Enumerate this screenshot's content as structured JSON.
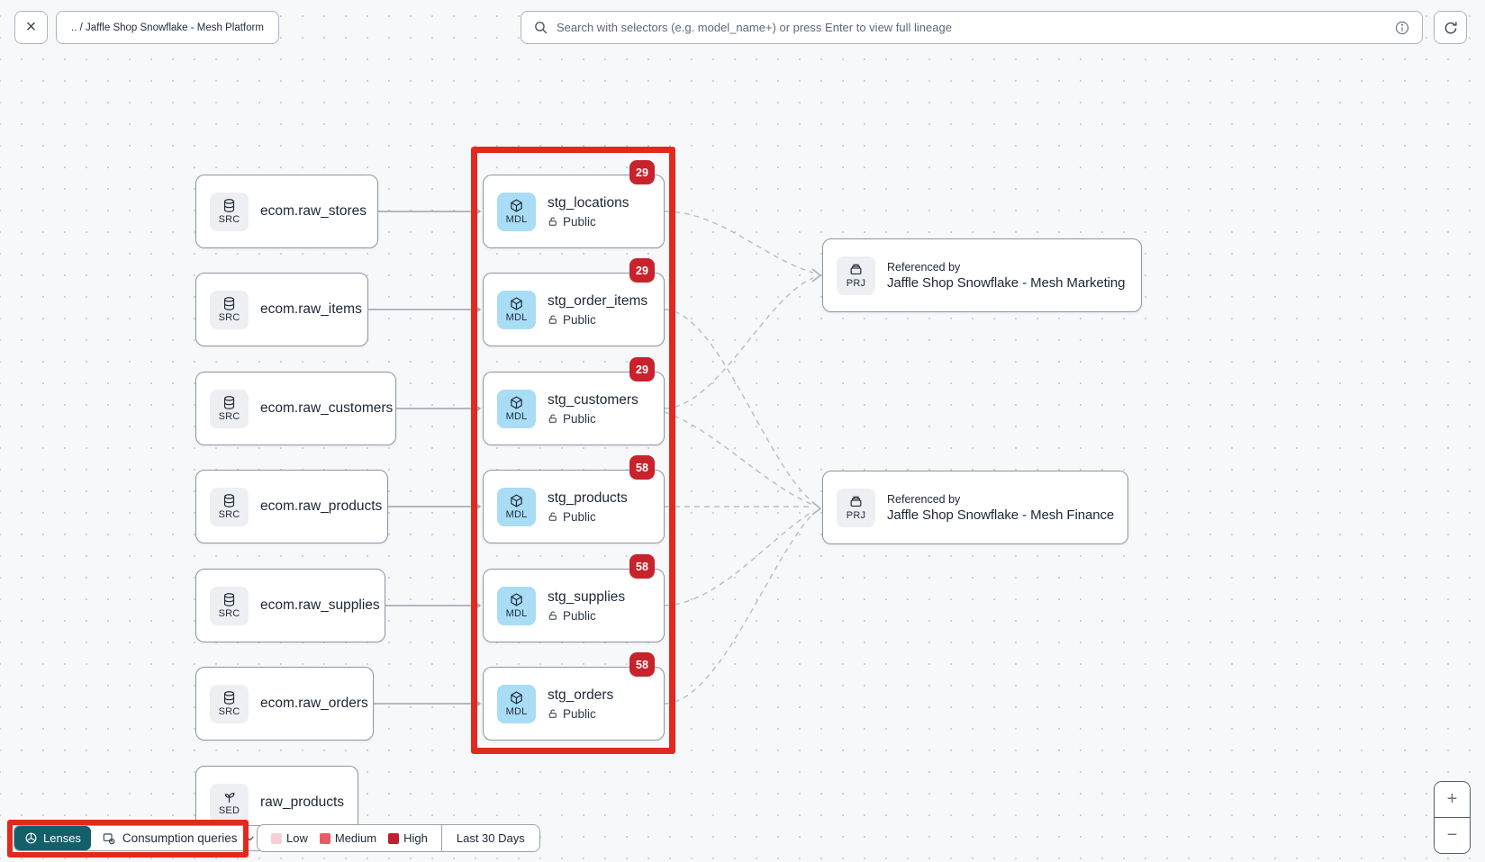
{
  "topbar": {
    "close_label": "×",
    "breadcrumb": ".. / Jaffle Shop Snowflake - Mesh Platform",
    "search": {
      "placeholder": "Search with selectors (e.g. model_name+) or press Enter to view full lineage"
    },
    "icons": {
      "search": "search-icon",
      "info": "info-icon",
      "refresh": "refresh-icon",
      "close": "close-icon"
    }
  },
  "graph": {
    "source_nodes": [
      {
        "type": "SRC",
        "label": "ecom.raw_stores"
      },
      {
        "type": "SRC",
        "label": "ecom.raw_items"
      },
      {
        "type": "SRC",
        "label": "ecom.raw_customers"
      },
      {
        "type": "SRC",
        "label": "ecom.raw_products"
      },
      {
        "type": "SRC",
        "label": "ecom.raw_supplies"
      },
      {
        "type": "SRC",
        "label": "ecom.raw_orders"
      }
    ],
    "model_nodes": [
      {
        "type": "MDL",
        "label": "stg_locations",
        "access": "Public",
        "badge": "29"
      },
      {
        "type": "MDL",
        "label": "stg_order_items",
        "access": "Public",
        "badge": "29"
      },
      {
        "type": "MDL",
        "label": "stg_customers",
        "access": "Public",
        "badge": "29"
      },
      {
        "type": "MDL",
        "label": "stg_products",
        "access": "Public",
        "badge": "58"
      },
      {
        "type": "MDL",
        "label": "stg_supplies",
        "access": "Public",
        "badge": "58"
      },
      {
        "type": "MDL",
        "label": "stg_orders",
        "access": "Public",
        "badge": "58"
      }
    ],
    "seed_node": {
      "type": "SED",
      "label": "raw_products"
    },
    "project_nodes": [
      {
        "type": "PRJ",
        "kicker": "Referenced by",
        "label": "Jaffle Shop Snowflake - Mesh Marketing"
      },
      {
        "type": "PRJ",
        "kicker": "Referenced by",
        "label": "Jaffle Shop Snowflake - Mesh Finance"
      }
    ]
  },
  "footer": {
    "lenses_label": "Lenses",
    "lens_selected": "Consumption queries",
    "legend": {
      "items": [
        {
          "label": "Low",
          "color": "#f6ced3"
        },
        {
          "label": "Medium",
          "color": "#ea5a62"
        },
        {
          "label": "High",
          "color": "#c01e2e"
        }
      ],
      "range": "Last 30 Days"
    }
  },
  "zoom_controls": {
    "zoom_in": "+",
    "zoom_out": "−"
  },
  "colors": {
    "accent_teal": "#13606a",
    "badge_red": "#c8232c",
    "annotation_red": "#e2291d",
    "model_chip_blue": "#a9dcf5",
    "canvas_bg": "#f7f8fa"
  }
}
